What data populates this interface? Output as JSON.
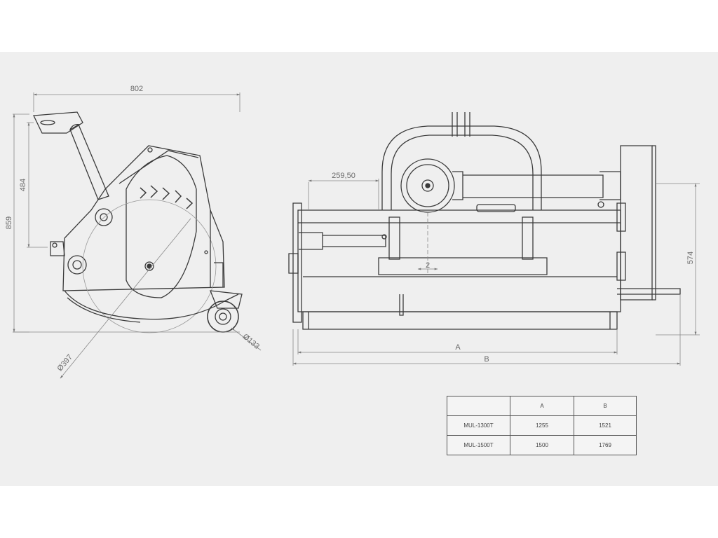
{
  "dimensions": {
    "overall_length": "802",
    "overall_height": "859",
    "hitch_height": "484",
    "rotor_diameter": "Ø397",
    "roller_diameter": "Ø133",
    "offset": "259,50",
    "height_right": "574",
    "width_a": "A",
    "width_b": "B",
    "center_mark": "2"
  },
  "table": {
    "headers": [
      "",
      "A",
      "B"
    ],
    "rows": [
      {
        "model": "MUL-1300T",
        "a": "1255",
        "b": "1521"
      },
      {
        "model": "MUL-1500T",
        "a": "1500",
        "b": "1769"
      }
    ]
  },
  "colors": {
    "line": "#3a3a3a",
    "thin_line": "#9a9a9a",
    "sheet": "#efefef"
  }
}
